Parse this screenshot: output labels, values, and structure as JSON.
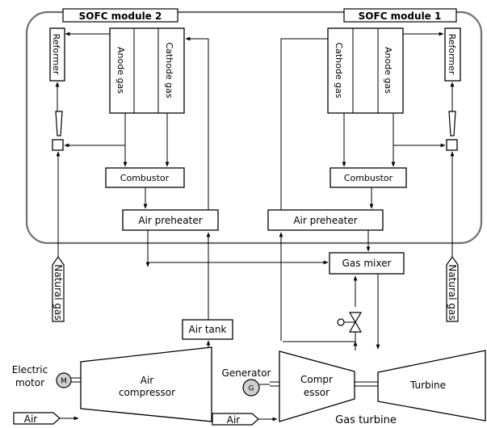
{
  "modules": {
    "left_title": "SOFC module 2",
    "right_title": "SOFC module 1"
  },
  "components": {
    "reformer": "Reformer",
    "anode_gas": "Anode gas",
    "cathode_gas": "Cathode gas",
    "combustor": "Combustor",
    "air_preheater": "Air preheater",
    "gas_mixer": "Gas mixer",
    "natural_gas": "Natural gas",
    "air_tank": "Air tank",
    "air_compressor_line1": "Air",
    "air_compressor_line2": "compressor",
    "compressor_line1": "Compr",
    "compressor_line2": "essor",
    "turbine": "Turbine",
    "electric_motor_line1": "Electric",
    "electric_motor_line2": "motor",
    "motor_symbol": "M",
    "generator": "Generator",
    "generator_symbol": "G",
    "air_input": "Air",
    "gas_turbine": "Gas turbine"
  }
}
